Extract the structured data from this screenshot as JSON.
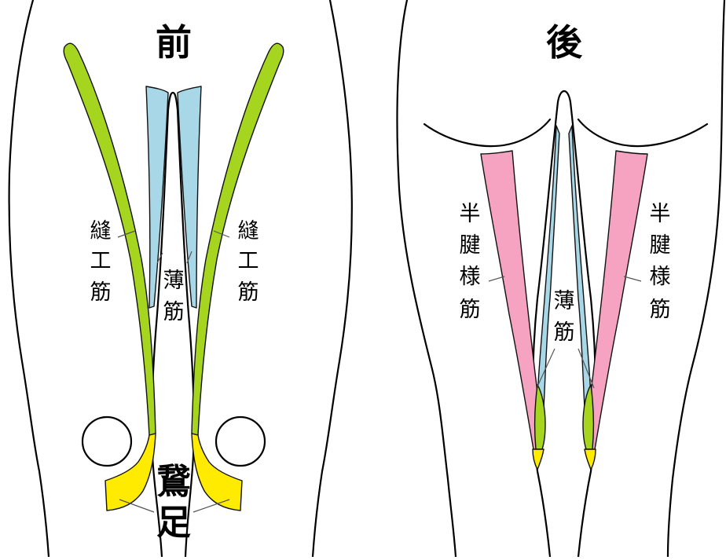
{
  "colors": {
    "sartorius": "#a6d51f",
    "gracilis": "#a8d8e8",
    "semitendinosus": "#f5a3c0",
    "pes_anserinus": "#ffeb00",
    "outline": "#000000",
    "background": "#ffffff"
  },
  "front": {
    "title": "前",
    "sartorius_left": [
      "縫",
      "工",
      "筋"
    ],
    "sartorius_right": [
      "縫",
      "工",
      "筋"
    ],
    "gracilis": [
      "薄",
      "筋"
    ],
    "pes_anserinus": [
      "鵞",
      "足"
    ]
  },
  "back": {
    "title": "後",
    "semitendinosus_left": [
      "半",
      "腱",
      "様",
      "筋"
    ],
    "semitendinosus_right": [
      "半",
      "腱",
      "様",
      "筋"
    ],
    "gracilis": [
      "薄",
      "筋"
    ]
  }
}
